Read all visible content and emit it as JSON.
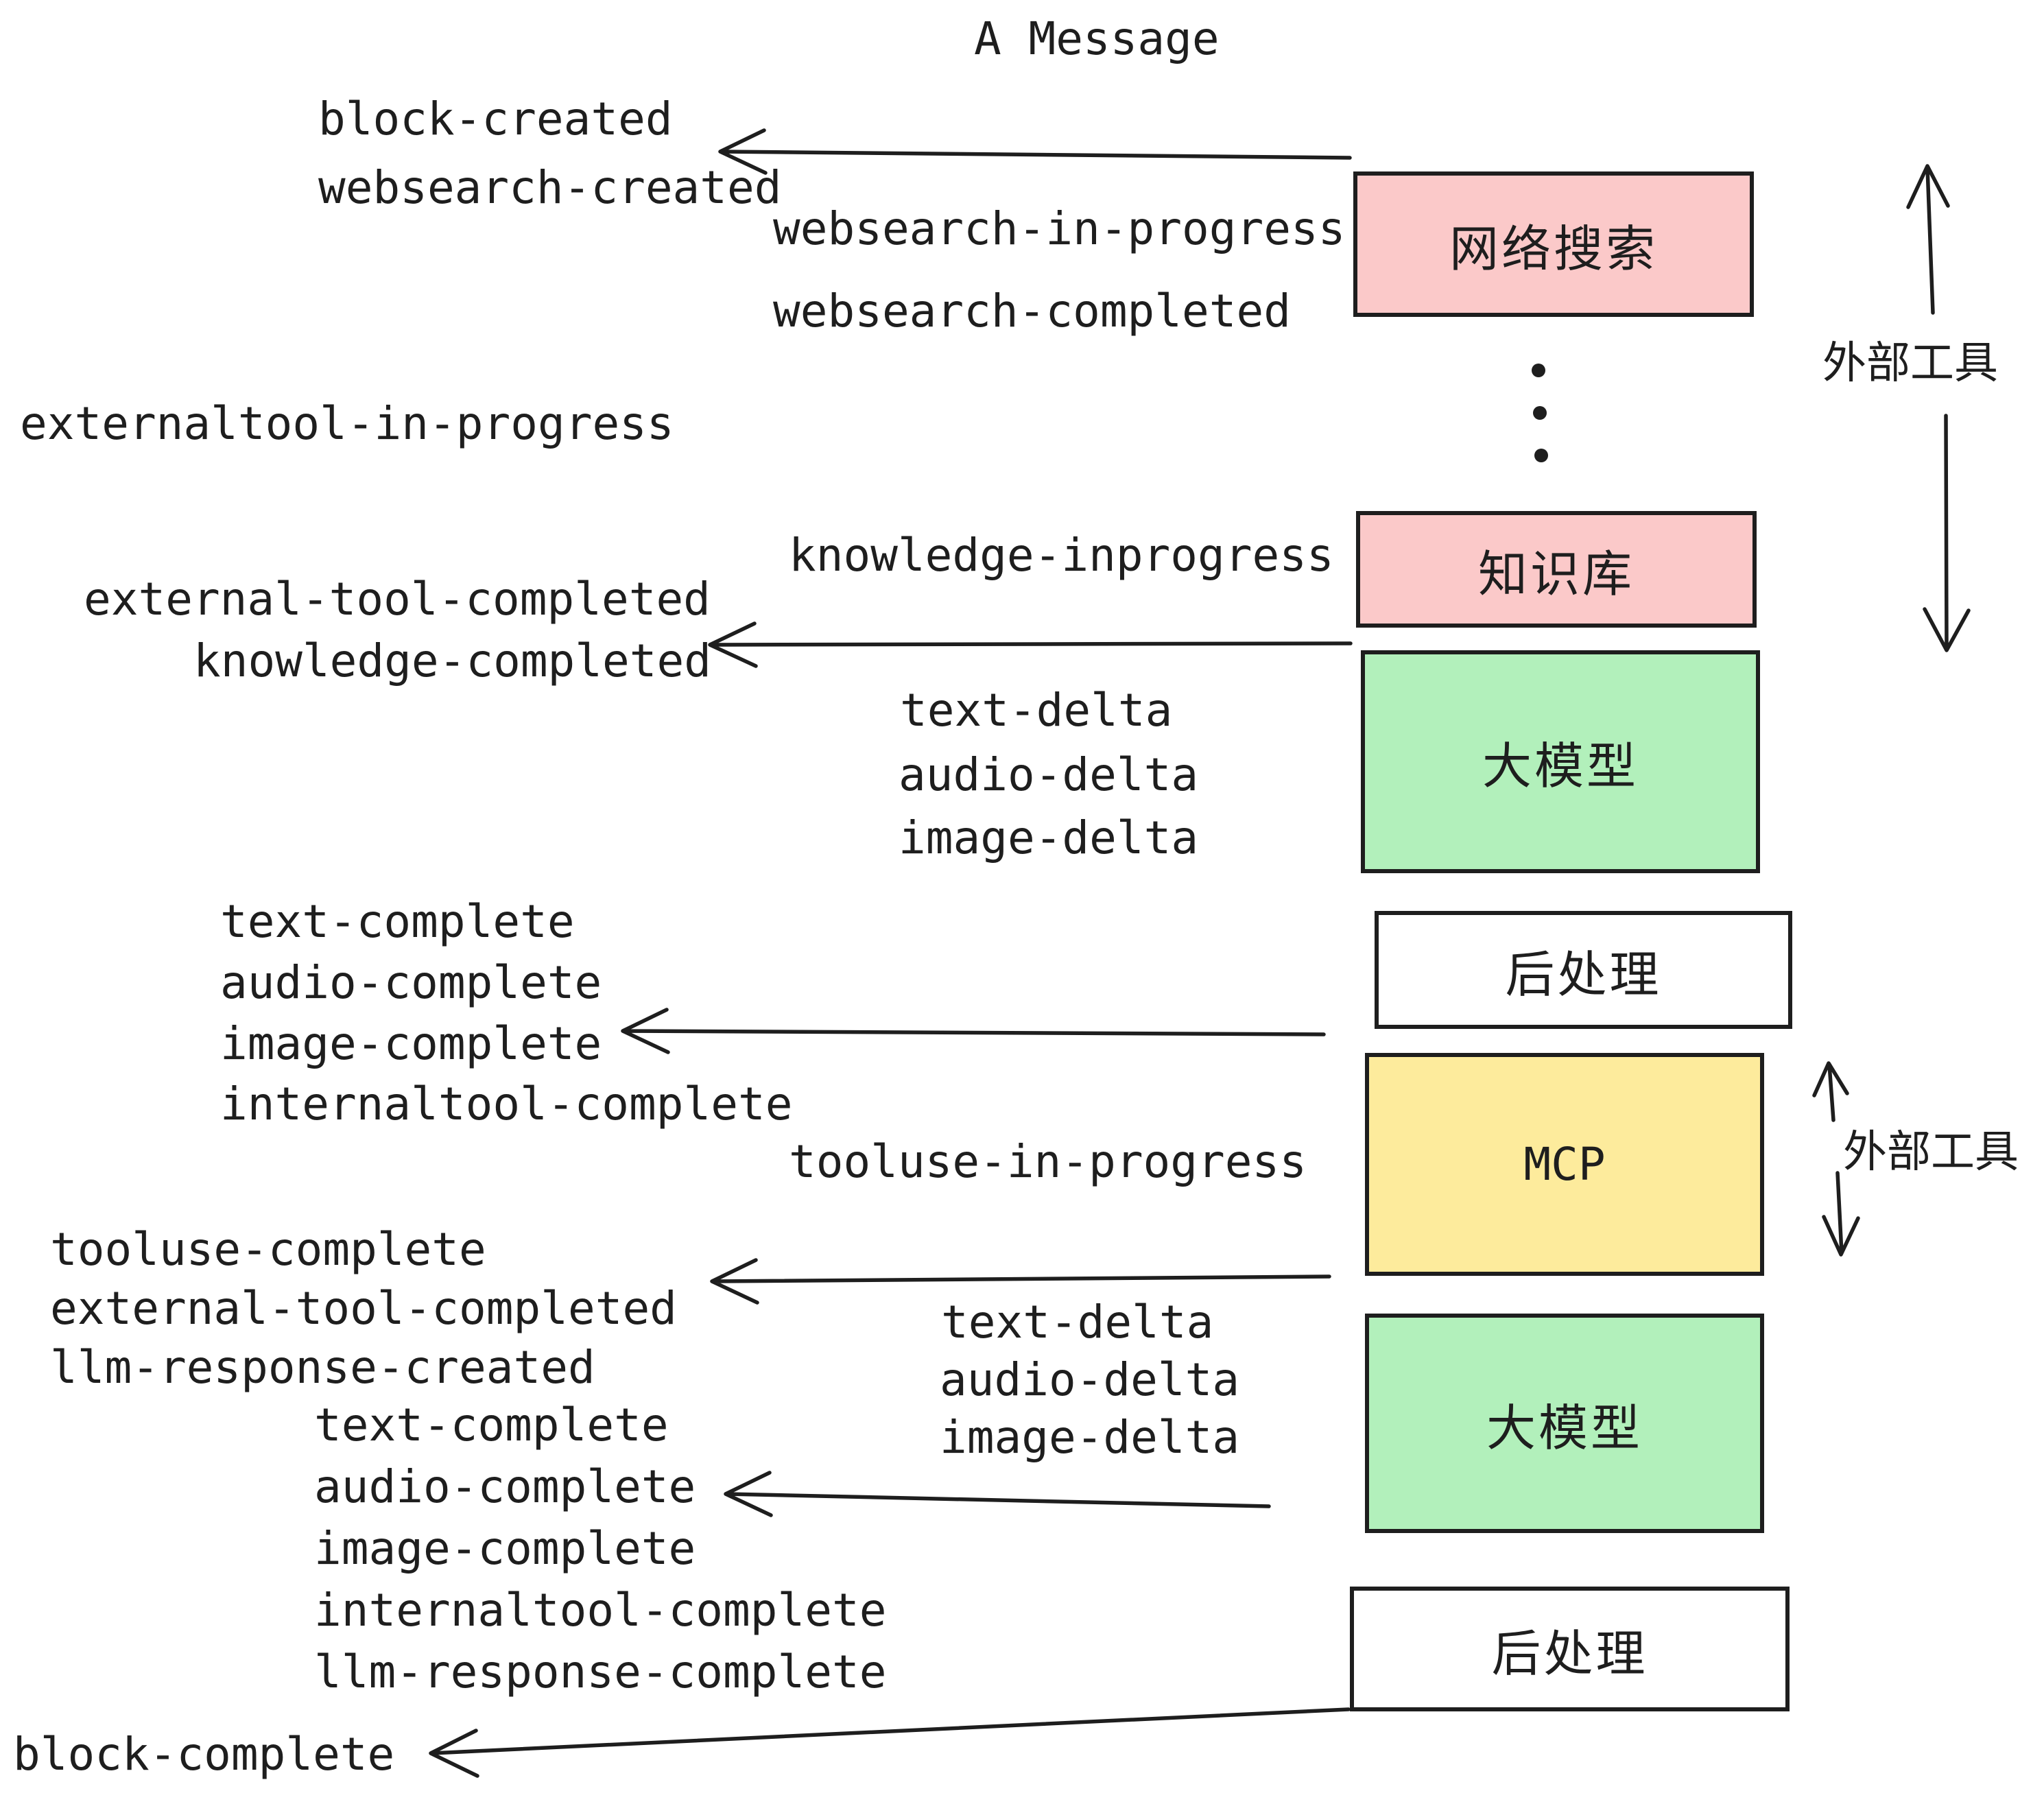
{
  "title": "A Message",
  "colors": {
    "stroke": "#1e1e1e",
    "pink": "#FBC9C9",
    "green": "#B2F0BB",
    "yellow": "#FDEB9C",
    "white": "#ffffff"
  },
  "boxes": {
    "websearch": "网络搜索",
    "knowledge": "知识库",
    "llm1": "大模型",
    "post1": "后处理",
    "mcp": "MCP",
    "llm2": "大模型",
    "post2": "后处理"
  },
  "side": {
    "external_tools_top": "外部工具",
    "external_tools_bottom": "外部工具"
  },
  "events": {
    "block_created": "block-created",
    "websearch_created": "websearch-created",
    "websearch_in_progress": "websearch-in-progress",
    "websearch_completed": "websearch-completed",
    "externaltool_in_progress": "externaltool-in-progress",
    "knowledge_inprogress": "knowledge-inprogress",
    "external_tool_completed": "external-tool-completed",
    "knowledge_completed": "knowledge-completed",
    "text_delta": "text-delta",
    "audio_delta": "audio-delta",
    "image_delta": "image-delta",
    "text_complete": "text-complete",
    "audio_complete": "audio-complete",
    "image_complete": "image-complete",
    "internaltool_complete": "internaltool-complete",
    "tooluse_in_progress": "tooluse-in-progress",
    "tooluse_complete": "tooluse-complete",
    "external_tool_completed_2": "external-tool-completed",
    "llm_response_created": "llm-response-created",
    "text_delta_2": "text-delta",
    "audio_delta_2": "audio-delta",
    "image_delta_2": "image-delta",
    "text_complete_2": "text-complete",
    "audio_complete_2": "audio-complete",
    "image_complete_2": "image-complete",
    "internaltool_complete_2": "internaltool-complete",
    "llm_response_complete": "llm-response-complete",
    "block_complete": "block-complete"
  }
}
